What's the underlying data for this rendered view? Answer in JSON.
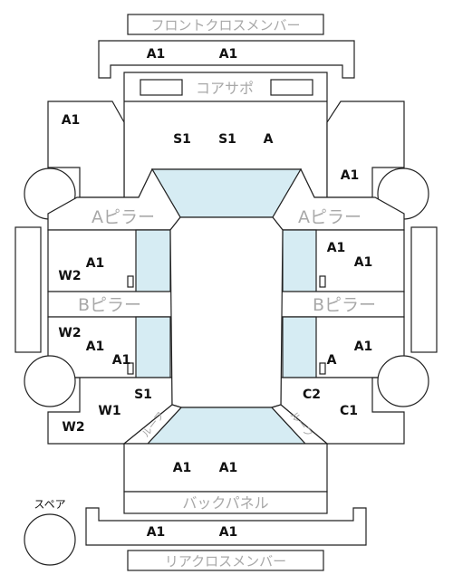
{
  "labels": {
    "front_cross_member": "フロントクロスメンバー",
    "core_support": "コアサポ",
    "a_pillar": "Aピラー",
    "b_pillar": "Bピラー",
    "back_panel": "バックパネル",
    "rear_cross_member": "リアクロスメンバー",
    "spare": "スペア",
    "gutter": "ルーフ"
  },
  "grades": {
    "front_cross_left": "A1",
    "front_cross_right": "A1",
    "hood_1": "S1",
    "hood_2": "S1",
    "hood_3": "A",
    "front_fender_left": "A1",
    "front_fender_right": "A1",
    "front_door_left_1": "A1",
    "front_door_left_2": "W2",
    "front_door_right_1": "A1",
    "front_door_right_2": "A1",
    "rear_door_left_1": "W2",
    "rear_door_left_2": "A1",
    "rear_door_left_3": "A1",
    "rear_door_right_1": "A1",
    "rear_door_right_2": "A",
    "rear_fender_left_1": "S1",
    "rear_fender_left_2": "W1",
    "rear_fender_left_3": "W2",
    "rear_fender_right_1": "C2",
    "rear_fender_right_2": "C1",
    "trunk_1": "A1",
    "trunk_2": "A1",
    "rear_cross_left": "A1",
    "rear_cross_right": "A1"
  }
}
